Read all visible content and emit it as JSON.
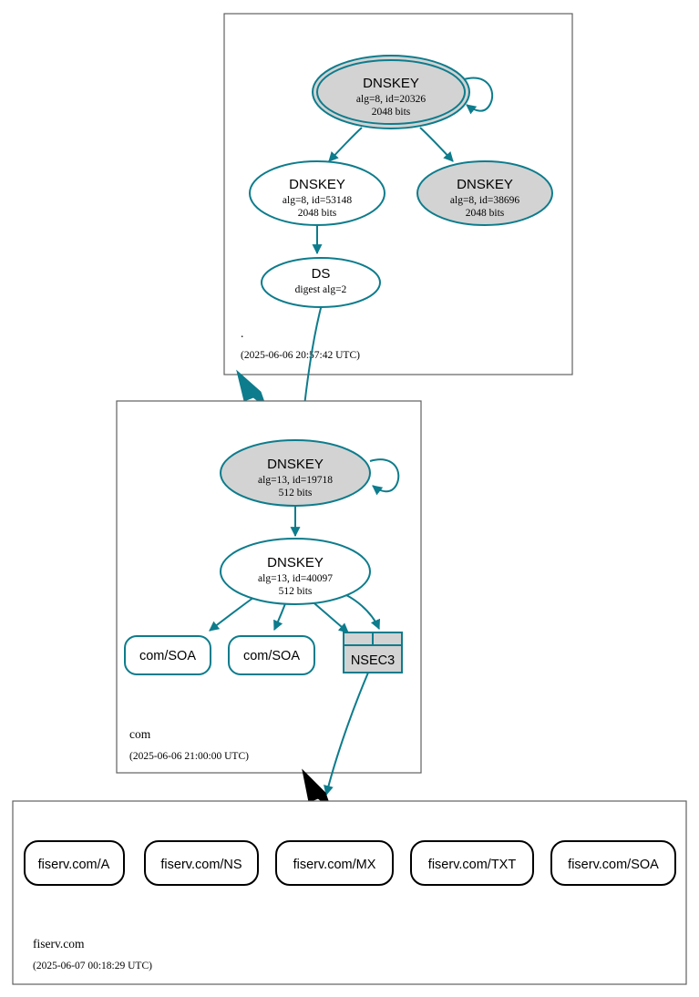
{
  "diagram": {
    "type": "dnssec-authentication-chain",
    "background": "#ffffff",
    "accent_color": "#0d7c8c",
    "fill_secure": "#d3d3d3",
    "zone_border_color": "#606060"
  },
  "zones": [
    {
      "id": "root",
      "name": ".",
      "timestamp": "(2025-06-06 20:57:42 UTC)",
      "nodes": [
        {
          "id": "root-ksk",
          "kind": "DNSKEY",
          "title": "DNSKEY",
          "line2": "alg=8, id=20326",
          "line3": "2048 bits",
          "shape": "doubleellipse",
          "fill": "#d3d3d3",
          "self_signed": true
        },
        {
          "id": "root-zsk-53148",
          "kind": "DNSKEY",
          "title": "DNSKEY",
          "line2": "alg=8, id=53148",
          "line3": "2048 bits",
          "shape": "ellipse",
          "fill": "#ffffff",
          "self_signed": false
        },
        {
          "id": "root-zsk-38696",
          "kind": "DNSKEY",
          "title": "DNSKEY",
          "line2": "alg=8, id=38696",
          "line3": "2048 bits",
          "shape": "ellipse",
          "fill": "#d3d3d3",
          "self_signed": false
        },
        {
          "id": "root-ds",
          "kind": "DS",
          "title": "DS",
          "line2": "digest alg=2",
          "line3": "",
          "shape": "ellipse",
          "fill": "#ffffff",
          "self_signed": false
        }
      ]
    },
    {
      "id": "com",
      "name": "com",
      "timestamp": "(2025-06-06 21:00:00 UTC)",
      "nodes": [
        {
          "id": "com-ksk-19718",
          "kind": "DNSKEY",
          "title": "DNSKEY",
          "line2": "alg=13, id=19718",
          "line3": "512 bits",
          "shape": "ellipse",
          "fill": "#d3d3d3",
          "self_signed": true
        },
        {
          "id": "com-zsk-40097",
          "kind": "DNSKEY",
          "title": "DNSKEY",
          "line2": "alg=13, id=40097",
          "line3": "512 bits",
          "shape": "ellipse",
          "fill": "#ffffff",
          "self_signed": false
        }
      ],
      "rrsets": [
        {
          "id": "com-soa-1",
          "label": "com/SOA",
          "style": "rounded-teal"
        },
        {
          "id": "com-soa-2",
          "label": "com/SOA",
          "style": "rounded-teal"
        },
        {
          "id": "com-nsec3",
          "label": "NSEC3",
          "style": "table-teal"
        }
      ]
    },
    {
      "id": "fiserv",
      "name": "fiserv.com",
      "timestamp": "(2025-06-07 00:18:29 UTC)",
      "nodes": [],
      "rrsets": [
        {
          "id": "fiserv-a",
          "label": "fiserv.com/A",
          "style": "rounded-black"
        },
        {
          "id": "fiserv-ns",
          "label": "fiserv.com/NS",
          "style": "rounded-black"
        },
        {
          "id": "fiserv-mx",
          "label": "fiserv.com/MX",
          "style": "rounded-black"
        },
        {
          "id": "fiserv-txt",
          "label": "fiserv.com/TXT",
          "style": "rounded-black"
        },
        {
          "id": "fiserv-soa",
          "label": "fiserv.com/SOA",
          "style": "rounded-black"
        }
      ]
    }
  ],
  "edges": [
    {
      "from": "root-ksk",
      "to": "root-ksk",
      "type": "self-sign",
      "color": "#0d7c8c"
    },
    {
      "from": "root-ksk",
      "to": "root-zsk-53148",
      "type": "sign",
      "color": "#0d7c8c"
    },
    {
      "from": "root-ksk",
      "to": "root-zsk-38696",
      "type": "sign",
      "color": "#0d7c8c"
    },
    {
      "from": "root-zsk-53148",
      "to": "root-ds",
      "type": "sign",
      "color": "#0d7c8c"
    },
    {
      "from": "root-ds",
      "to": "com-ksk-19718",
      "type": "ds-link",
      "color": "#0d7c8c"
    },
    {
      "from": "root",
      "to": "com",
      "type": "delegation",
      "color": "#0d7c8c"
    },
    {
      "from": "com-ksk-19718",
      "to": "com-ksk-19718",
      "type": "self-sign",
      "color": "#0d7c8c"
    },
    {
      "from": "com-ksk-19718",
      "to": "com-zsk-40097",
      "type": "sign",
      "color": "#0d7c8c"
    },
    {
      "from": "com-zsk-40097",
      "to": "com-soa-1",
      "type": "sign",
      "color": "#0d7c8c"
    },
    {
      "from": "com-zsk-40097",
      "to": "com-soa-2",
      "type": "sign",
      "color": "#0d7c8c"
    },
    {
      "from": "com-zsk-40097",
      "to": "com-nsec3",
      "type": "sign",
      "color": "#0d7c8c"
    },
    {
      "from": "com-nsec3",
      "to": "fiserv",
      "type": "nsec-proof",
      "color": "#0d7c8c"
    },
    {
      "from": "com",
      "to": "fiserv",
      "type": "delegation",
      "color": "#000000"
    }
  ]
}
